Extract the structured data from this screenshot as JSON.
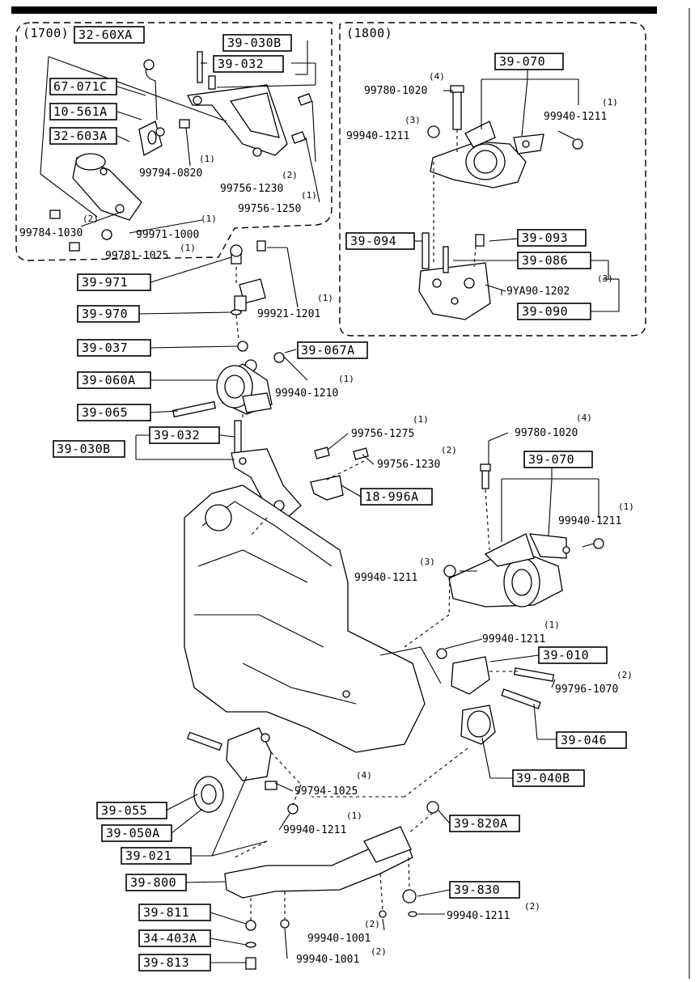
{
  "sections": {
    "variant_a": "(1700)",
    "variant_b": "(1800)"
  },
  "labels_1700": {
    "l1": "32-60XA",
    "l2": "39-030B",
    "l3": "39-032",
    "l4": "67-071C",
    "l5": "10-561A",
    "l6": "32-603A"
  },
  "parts_1700": [
    {
      "qty": "(1)",
      "pn": "99794-0820"
    },
    {
      "qty": "(2)",
      "pn": "99756-1230"
    },
    {
      "qty": "(1)",
      "pn": "99756-1250"
    },
    {
      "qty": "(2)",
      "pn": "99784-1030"
    },
    {
      "qty": "(1)",
      "pn": "99971-1000"
    },
    {
      "qty": "(1)",
      "pn": "99781-1025"
    }
  ],
  "labels_1800": {
    "l1": "39-070",
    "l2": "39-094",
    "l3": "39-093",
    "l4": "39-086",
    "l5": "39-090"
  },
  "parts_1800": [
    {
      "qty": "(4)",
      "pn": "99780-1020"
    },
    {
      "qty": "(1)",
      "pn": "99940-1211"
    },
    {
      "qty": "(3)",
      "pn": "99940-1211"
    },
    {
      "qty": "(3)",
      "pn": "9YA90-1202"
    }
  ],
  "labels_main": {
    "m1": "39-971",
    "m2": "39-970",
    "m3": "39-037",
    "m4": "39-067A",
    "m5": "39-060A",
    "m6": "39-065",
    "m7": "39-032",
    "m8": "39-030B",
    "m9": "18-996A",
    "m10": "39-070",
    "m11": "39-010",
    "m12": "39-046",
    "m13": "39-040B",
    "m14": "39-055",
    "m15": "39-050A",
    "m16": "39-021",
    "m17": "39-820A",
    "m18": "39-800",
    "m19": "39-830",
    "m20": "39-811",
    "m21": "34-403A",
    "m22": "39-813"
  },
  "parts_main": [
    {
      "qty": "(1)",
      "pn": "99921-1201"
    },
    {
      "qty": "(1)",
      "pn": "99940-1210"
    },
    {
      "qty": "(1)",
      "pn": "99756-1275"
    },
    {
      "qty": "(2)",
      "pn": "99756-1230"
    },
    {
      "qty": "(4)",
      "pn": "99780-1020"
    },
    {
      "qty": "(1)",
      "pn": "99940-1211"
    },
    {
      "qty": "(3)",
      "pn": "99940-1211"
    },
    {
      "qty": "(1)",
      "pn": "99940-1211"
    },
    {
      "qty": "(2)",
      "pn": "99796-1070"
    },
    {
      "qty": "(4)",
      "pn": "99794-1025"
    },
    {
      "qty": "(1)",
      "pn": "99940-1211"
    },
    {
      "qty": "(2)",
      "pn": "99940-1211"
    },
    {
      "qty": "(2)",
      "pn": "99940-1001"
    },
    {
      "qty": "(2)",
      "pn": "99940-1001"
    }
  ]
}
